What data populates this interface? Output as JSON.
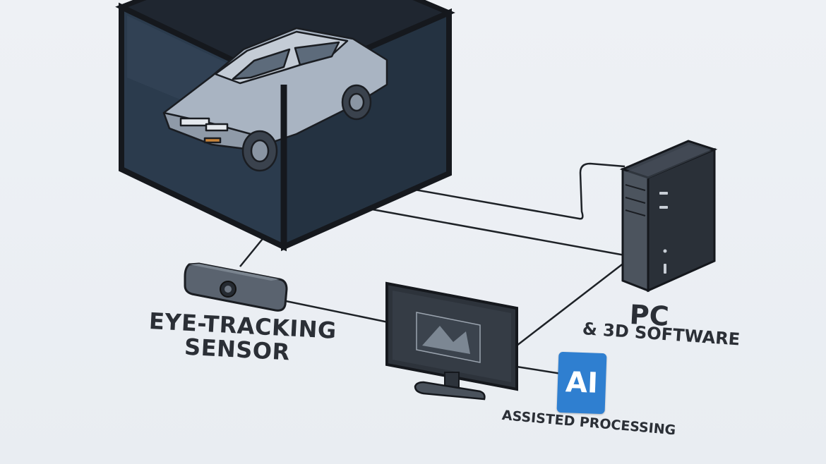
{
  "labels": {
    "eye_tracking_line1": "EYE-TRACKING",
    "eye_tracking_line2": "SENSOR",
    "pc_title": "PC",
    "pc_subtitle": "& 3D SOFTWARE",
    "ai_badge": "AI",
    "ai_caption": "ASSISTED PROCESSING"
  },
  "colors": {
    "background": "#eef1f5",
    "display_glass": "#2c3a4a",
    "frame": "#1c1f24",
    "ai_badge": "#2f7fd0",
    "car_body": "#a9b4c2"
  },
  "icons": [
    "holographic-display-cube",
    "car-model",
    "eye-tracking-sensor",
    "monitor",
    "pc-tower",
    "ai-badge"
  ]
}
